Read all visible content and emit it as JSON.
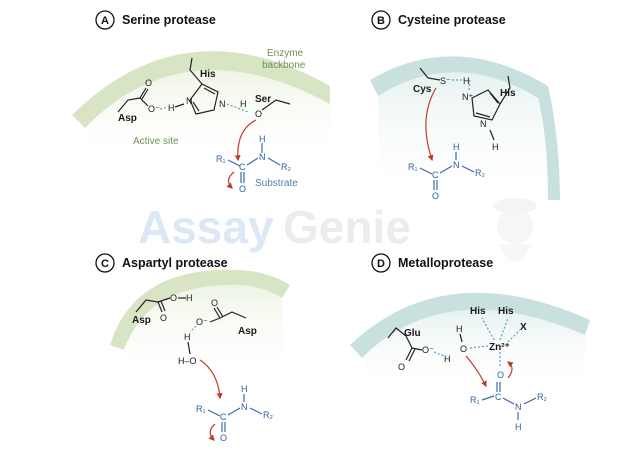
{
  "watermark": {
    "part1": "Assay",
    "part2": "Genie"
  },
  "colors": {
    "arc_green": "#d8e5c4",
    "arc_teal": "#c9e1de",
    "hbond": "#4aa7c9",
    "arrow": "#c0392b",
    "substrate": "#3a6aa8"
  },
  "panels": [
    {
      "badge": "A",
      "title": "Serine protease",
      "note_enzyme_1": "Enzyme",
      "note_enzyme_2": "backbone",
      "note_active": "Active site",
      "note_substrate": "Substrate",
      "labels": {
        "asp": "Asp",
        "his": "His",
        "ser": "Ser",
        "o": "O",
        "om": "O⁻",
        "h": "H",
        "n": "N",
        "r1": "R₁",
        "r2": "R₂",
        "c": "C"
      }
    },
    {
      "badge": "B",
      "title": "Cysteine protease",
      "labels": {
        "cys": "Cys",
        "s": "S⁻",
        "his": "His",
        "nplus": "N⁺",
        "n": "N",
        "h": "H",
        "c": "C",
        "o": "O",
        "r1": "R₁",
        "r2": "R₂"
      }
    },
    {
      "badge": "C",
      "title": "Aspartyl protease",
      "labels": {
        "asp1": "Asp",
        "asp2": "Asp",
        "o": "O",
        "om": "O⁻",
        "h": "H",
        "ho": "H–O",
        "c": "C",
        "n": "N",
        "r1": "R₁",
        "r2": "R₂"
      }
    },
    {
      "badge": "D",
      "title": "Metalloprotease",
      "labels": {
        "glu": "Glu",
        "his1": "His",
        "his2": "His",
        "x": "X",
        "zn": "Zn²⁺",
        "o": "O",
        "om": "O⁻",
        "h": "H",
        "c": "C",
        "n": "N",
        "r1": "R₁",
        "r2": "R₂"
      }
    }
  ]
}
